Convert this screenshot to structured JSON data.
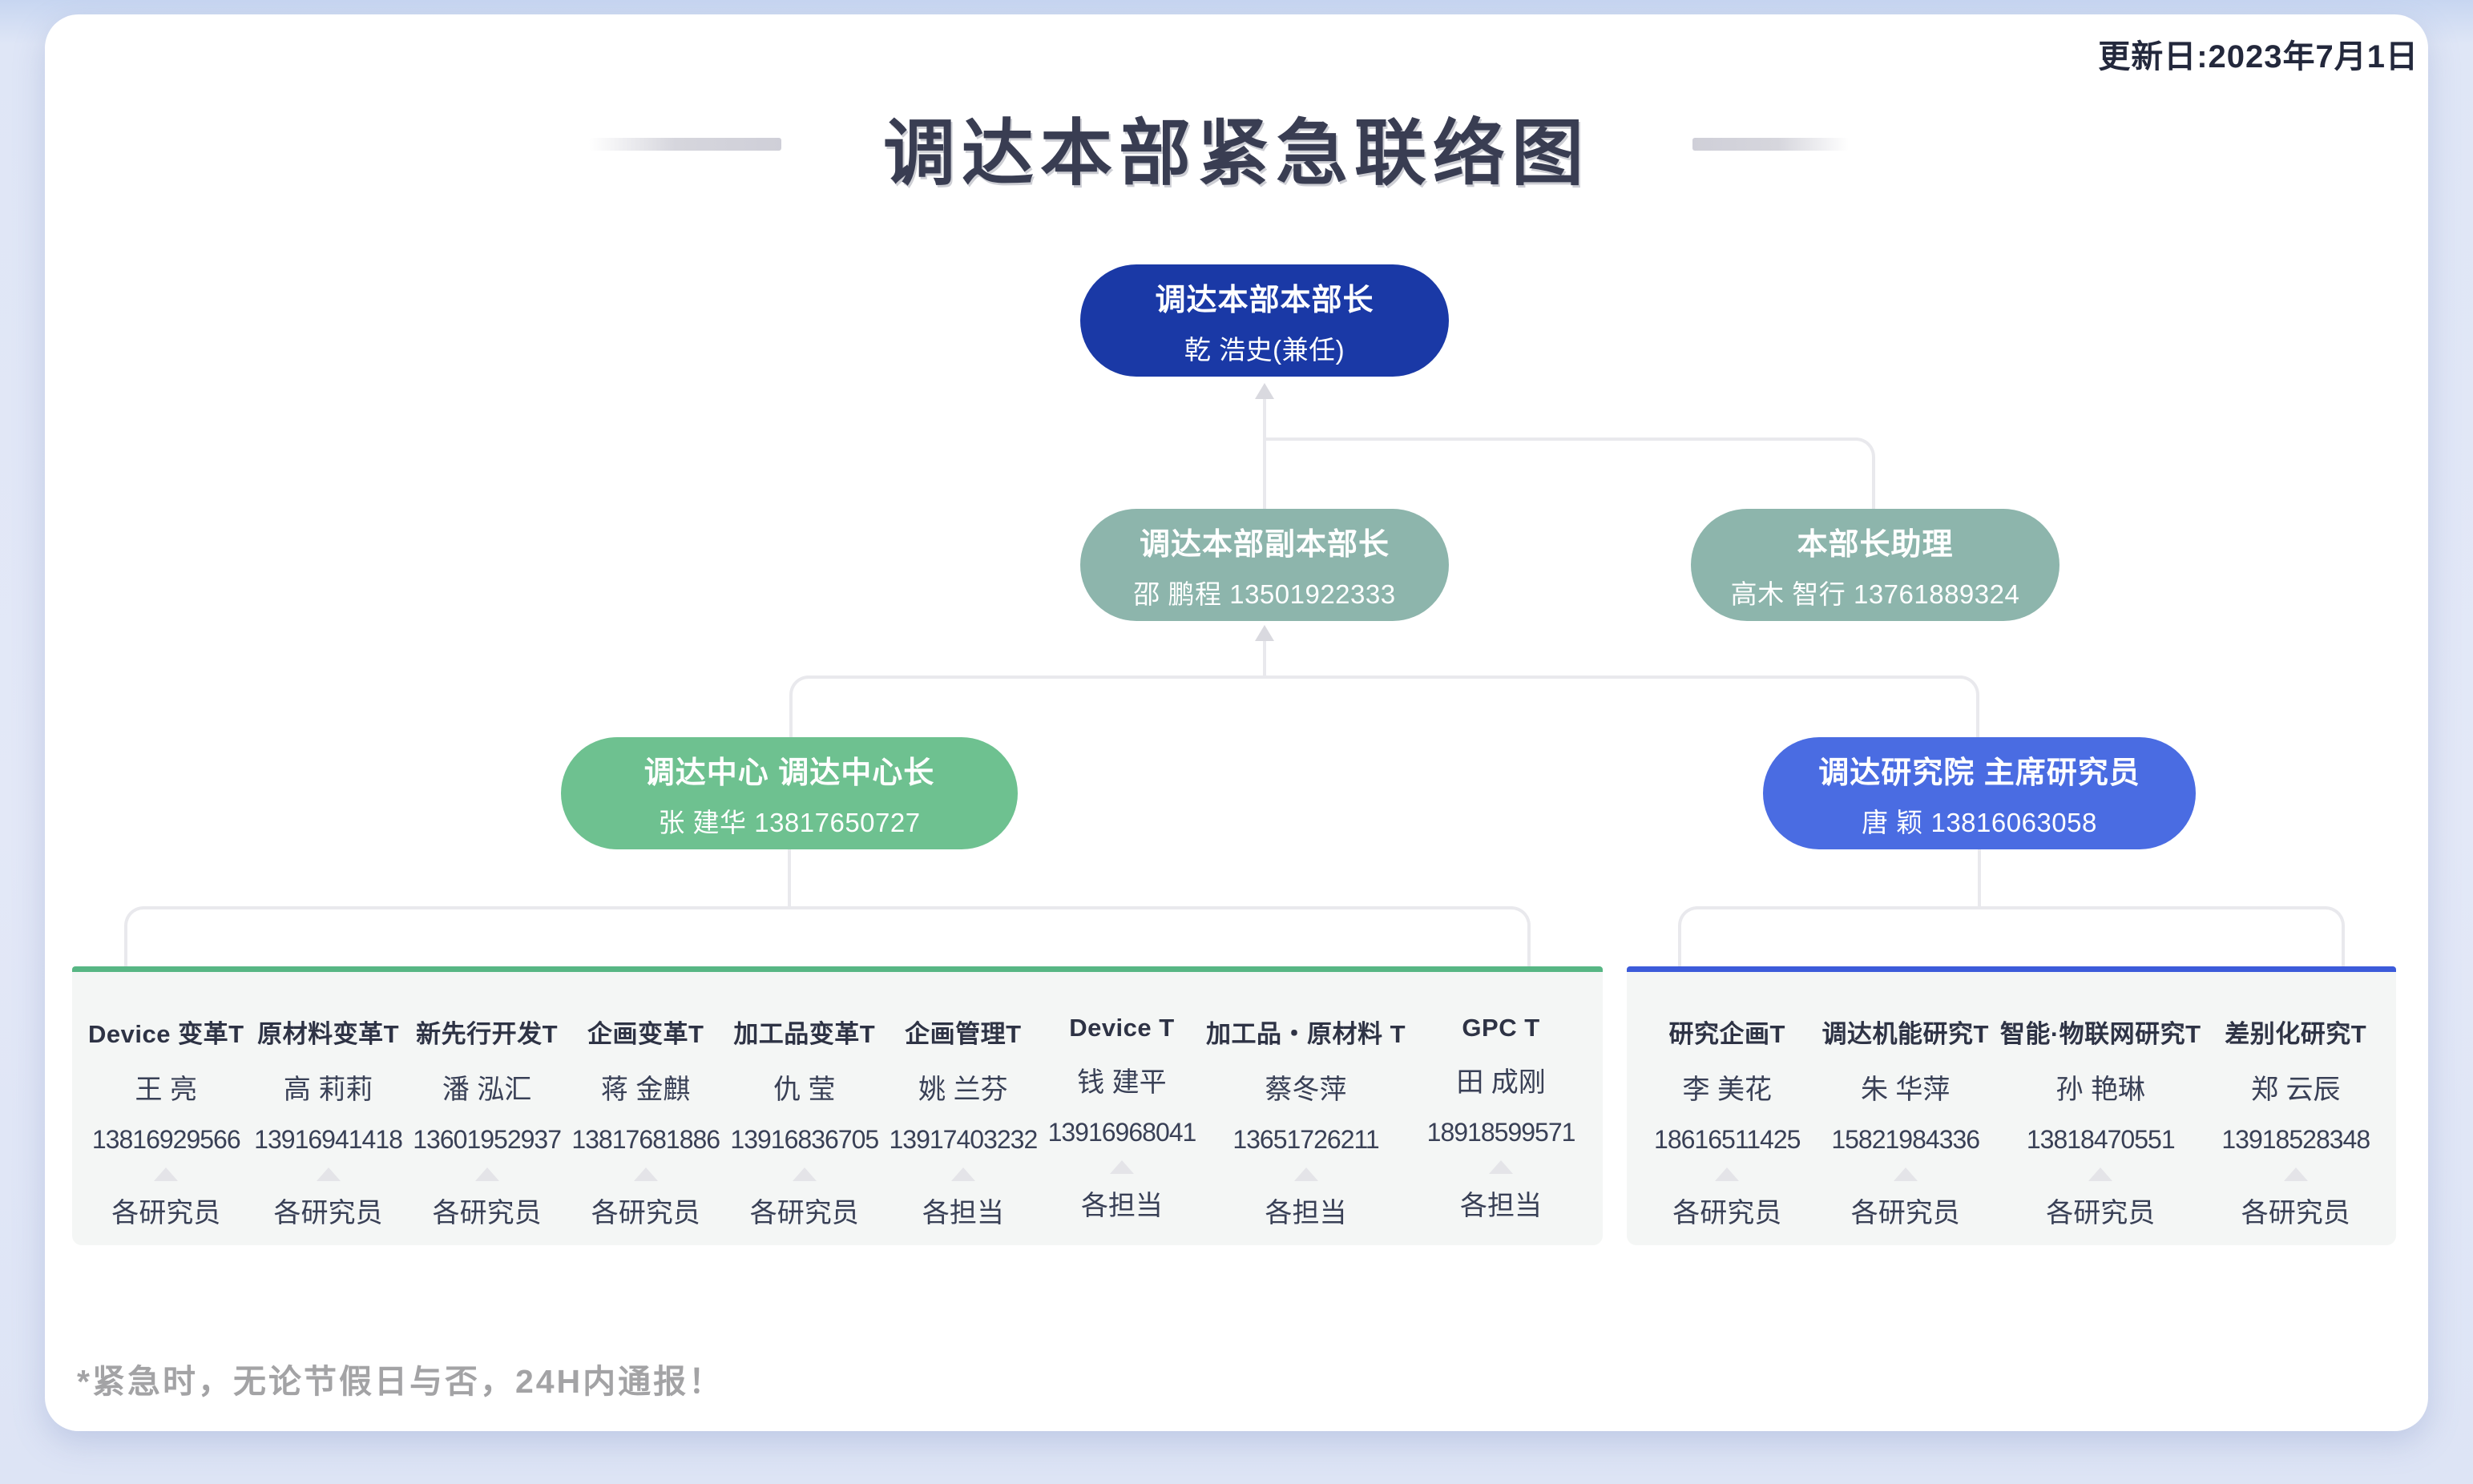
{
  "meta": {
    "update_date": "更新日:2023年7月1日",
    "title": "调达本部紧急联络图",
    "note": "*紧急时，无论节假日与否，24H内通报！"
  },
  "colors": {
    "head_node": "#1a39a6",
    "sage_node": "#8db5ac",
    "green_node": "#6ec190",
    "blue_node": "#4a6ce2",
    "center_group_border": "#57b684",
    "research_group_border": "#3c5bda",
    "connector": "#e9e9ed",
    "card_background": "#ffffff",
    "page_background": "#e3e8f7"
  },
  "org": {
    "head": {
      "title": "调达本部本部长",
      "person": "乾 浩史(兼任)"
    },
    "deputy": {
      "title": "调达本部副本部长",
      "person": "邵 鹏程 13501922333"
    },
    "assistant": {
      "title": "本部长助理",
      "person": "高木 智行 13761889324"
    },
    "center": {
      "title": "调达中心 调达中心长",
      "person": "张 建华 13817650727"
    },
    "research": {
      "title": "调达研究院 主席研究员",
      "person": "唐 颖 13816063058"
    }
  },
  "groups": {
    "center_teams": [
      {
        "team": "Device 变革T",
        "person": "王 亮",
        "phone": "13816929566",
        "role": "各研究员"
      },
      {
        "team": "原材料变革T",
        "person": "高 莉莉",
        "phone": "13916941418",
        "role": "各研究员"
      },
      {
        "team": "新先行开发T",
        "person": "潘 泓汇",
        "phone": "13601952937",
        "role": "各研究员"
      },
      {
        "team": "企画变革T",
        "person": "蒋 金麒",
        "phone": "13817681886",
        "role": "各研究员"
      },
      {
        "team": "加工品变革T",
        "person": "仇 莹",
        "phone": "13916836705",
        "role": "各研究员"
      },
      {
        "team": "企画管理T",
        "person": "姚 兰芬",
        "phone": "13917403232",
        "role": "各担当"
      },
      {
        "team": "Device T",
        "person": "钱 建平",
        "phone": "13916968041",
        "role": "各担当"
      },
      {
        "team": "加工品・原材料 T",
        "person": "蔡冬萍",
        "phone": "13651726211",
        "role": "各担当"
      },
      {
        "team": "GPC T",
        "person": "田 成刚",
        "phone": "18918599571",
        "role": "各担当"
      }
    ],
    "research_teams": [
      {
        "team": "研究企画T",
        "person": "李 美花",
        "phone": "18616511425",
        "role": "各研究员"
      },
      {
        "team": "调达机能研究T",
        "person": "朱 华萍",
        "phone": "15821984336",
        "role": "各研究员"
      },
      {
        "team": "智能·物联网研究T",
        "person": "孙 艳琳",
        "phone": "13818470551",
        "role": "各研究员"
      },
      {
        "team": "差别化研究T",
        "person": "郑 云辰",
        "phone": "13918528348",
        "role": "各研究员"
      }
    ]
  }
}
